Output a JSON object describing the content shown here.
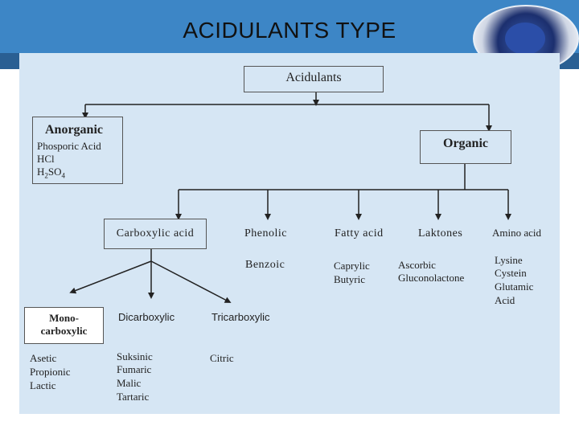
{
  "title": "ACIDULANTS TYPE",
  "root": "Acidulants",
  "inorganic": {
    "heading": "Anorganic",
    "items": [
      "Phosporic Acid",
      "HCl"
    ],
    "h2so4": {
      "h": "H",
      "sub1": "2",
      "so": "SO",
      "sub2": "4"
    }
  },
  "organic": "Organic",
  "categories": {
    "carboxylic": "Carboxylic acid",
    "phenolic": "Phenolic",
    "fatty": "Fatty acid",
    "laktones": "Laktones",
    "amino": "Amino acid"
  },
  "examples": {
    "phenolic": [
      "Benzoic"
    ],
    "fatty": [
      "Caprylic",
      "Butyric"
    ],
    "laktones": [
      "Ascorbic",
      "Gluconolactone"
    ],
    "amino": [
      "Lysine",
      "Cystein",
      "Glutamic",
      "Acid"
    ]
  },
  "carboxylic_types": {
    "mono": [
      "Mono-",
      "carboxylic"
    ],
    "di": "Dicarboxylic",
    "tri": "Tricarboxylic"
  },
  "carboxylic_examples": {
    "mono": [
      "Asetic",
      "Propionic",
      "Lactic"
    ],
    "di": [
      "Suksinic",
      "Fumaric",
      "Malic",
      "Tartaric"
    ],
    "tri": [
      "Citric"
    ]
  }
}
